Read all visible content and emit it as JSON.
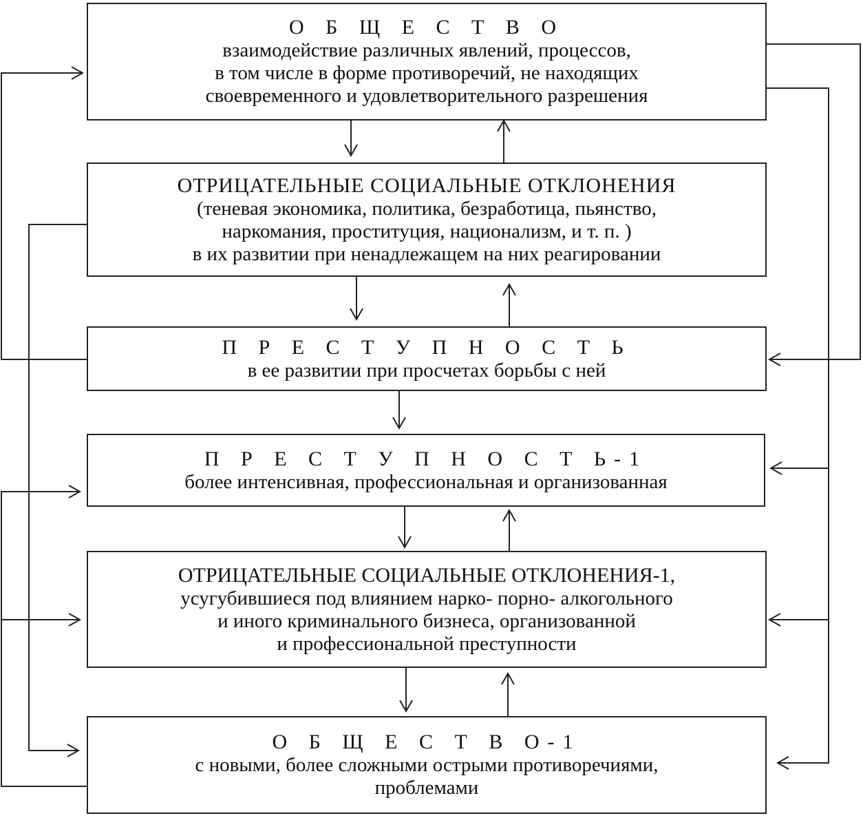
{
  "boxes": {
    "society": {
      "title": "О Б Щ Е С Т В О",
      "lines": [
        "взаимодействие различных явлений, процессов,",
        "в том числе в форме противоречий, не находящих",
        "своевременного и удовлетворительного разрешения"
      ]
    },
    "deviations": {
      "title": "ОТРИЦАТЕЛЬНЫЕ СОЦИАЛЬНЫЕ ОТКЛОНЕНИЯ",
      "lines": [
        "(теневая экономика, политика, безработица, пьянство,",
        "наркомания, проституция, национализм, и т. п. )",
        "в их развитии при ненадлежащем на них реагировании"
      ]
    },
    "crime": {
      "title": "П Р Е С Т У П Н О С Т Ь",
      "lines": [
        "в ее развитии при просчетах борьбы с ней"
      ]
    },
    "crime1": {
      "title": "П Р Е С Т У П Н О С Т Ь-1",
      "lines": [
        "более интенсивная, профессиональная и организованная"
      ]
    },
    "deviations1": {
      "title": "ОТРИЦАТЕЛЬНЫЕ СОЦИАЛЬНЫЕ ОТКЛОНЕНИЯ-1,",
      "lines": [
        "усугубившиеся под влиянием нарко- порно- алкогольного",
        "и иного криминального бизнеса, организованной",
        "и профессиональной преступности"
      ]
    },
    "society1": {
      "title": "О Б Щ Е С Т В О-1",
      "lines": [
        "с новыми, более сложными острыми противоречиями,",
        "проблемами"
      ]
    }
  }
}
